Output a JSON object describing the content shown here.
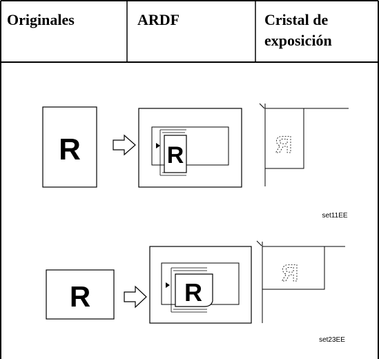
{
  "header": {
    "col1": "Originales",
    "col2": "ARDF",
    "col3_line1": "Cristal de",
    "col3_line2": "exposición"
  },
  "figures": [
    {
      "orientation": "portrait",
      "letter": "R",
      "code": "set11EE"
    },
    {
      "orientation": "landscape",
      "letter": "R",
      "code": "set23EE"
    }
  ]
}
